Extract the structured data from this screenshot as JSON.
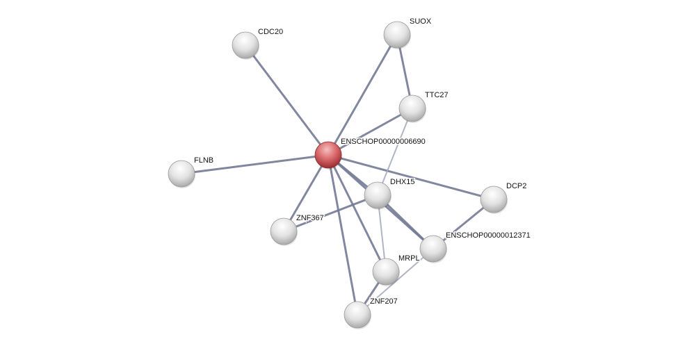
{
  "network": {
    "query_node": "ENSCHOP00000006690",
    "nodes": [
      {
        "id": "ENSCHOP00000006690",
        "label": "ENSCHOP00000006690",
        "query": true
      },
      {
        "id": "CDC20",
        "label": "CDC20"
      },
      {
        "id": "SUOX",
        "label": "SUOX"
      },
      {
        "id": "TTC27",
        "label": "TTC27"
      },
      {
        "id": "FLNB",
        "label": "FLNB"
      },
      {
        "id": "DHX15",
        "label": "DHX15"
      },
      {
        "id": "DCP2",
        "label": "DCP2"
      },
      {
        "id": "ZNF367",
        "label": "ZNF367"
      },
      {
        "id": "ENSCHOP00000012371",
        "label": "ENSCHOP00000012371"
      },
      {
        "id": "MRPL",
        "label": "MRPL"
      },
      {
        "id": "ZNF207",
        "label": "ZNF207"
      }
    ],
    "edges": [
      [
        "ENSCHOP00000006690",
        "CDC20",
        "strong"
      ],
      [
        "ENSCHOP00000006690",
        "SUOX",
        "strong"
      ],
      [
        "ENSCHOP00000006690",
        "TTC27",
        "strong"
      ],
      [
        "ENSCHOP00000006690",
        "FLNB",
        "strong"
      ],
      [
        "ENSCHOP00000006690",
        "DHX15",
        "strong"
      ],
      [
        "ENSCHOP00000006690",
        "DCP2",
        "strong"
      ],
      [
        "ENSCHOP00000006690",
        "ZNF367",
        "strong"
      ],
      [
        "ENSCHOP00000006690",
        "ENSCHOP00000012371",
        "strong"
      ],
      [
        "ENSCHOP00000006690",
        "MRPL",
        "strong"
      ],
      [
        "ENSCHOP00000006690",
        "ZNF207",
        "strong"
      ],
      [
        "SUOX",
        "TTC27",
        "strong"
      ],
      [
        "TTC27",
        "DHX15",
        "weak"
      ],
      [
        "DHX15",
        "ZNF367",
        "strong"
      ],
      [
        "DHX15",
        "ENSCHOP00000012371",
        "strong"
      ],
      [
        "DHX15",
        "MRPL",
        "weak"
      ],
      [
        "DCP2",
        "ENSCHOP00000012371",
        "strong"
      ],
      [
        "MRPL",
        "ZNF207",
        "strong"
      ],
      [
        "ENSCHOP00000012371",
        "ZNF207",
        "weak"
      ]
    ],
    "colors": {
      "query": "#d9686c",
      "node": "#e4e4e4",
      "edge": "#737a93",
      "edge_weak": "#a8acbf"
    }
  }
}
